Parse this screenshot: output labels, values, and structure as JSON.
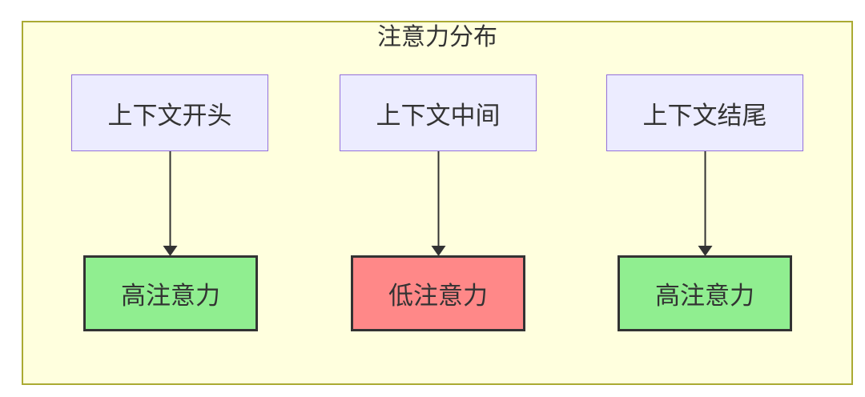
{
  "diagram": {
    "title": "注意力分布",
    "type": "flowchart-top-down",
    "context_nodes": [
      {
        "id": "context-start",
        "label": "上下文开头"
      },
      {
        "id": "context-middle",
        "label": "上下文中间"
      },
      {
        "id": "context-end",
        "label": "上下文结尾"
      }
    ],
    "attention_nodes": [
      {
        "id": "attention-start",
        "label": "高注意力",
        "level": "high"
      },
      {
        "id": "attention-middle",
        "label": "低注意力",
        "level": "low"
      },
      {
        "id": "attention-end",
        "label": "高注意力",
        "level": "high"
      }
    ],
    "edges": [
      {
        "from": "上下文开头",
        "to": "高注意力"
      },
      {
        "from": "上下文中间",
        "to": "低注意力"
      },
      {
        "from": "上下文结尾",
        "to": "高注意力"
      }
    ],
    "colors": {
      "subgraph_fill": "#ffffde",
      "subgraph_border": "#aaaa33",
      "context_fill": "#ececff",
      "context_border": "#9370db",
      "high_attention_fill": "#90ee90",
      "low_attention_fill": "#ff8888",
      "attention_border": "#333333",
      "edge": "#333333",
      "text": "#333333"
    }
  }
}
